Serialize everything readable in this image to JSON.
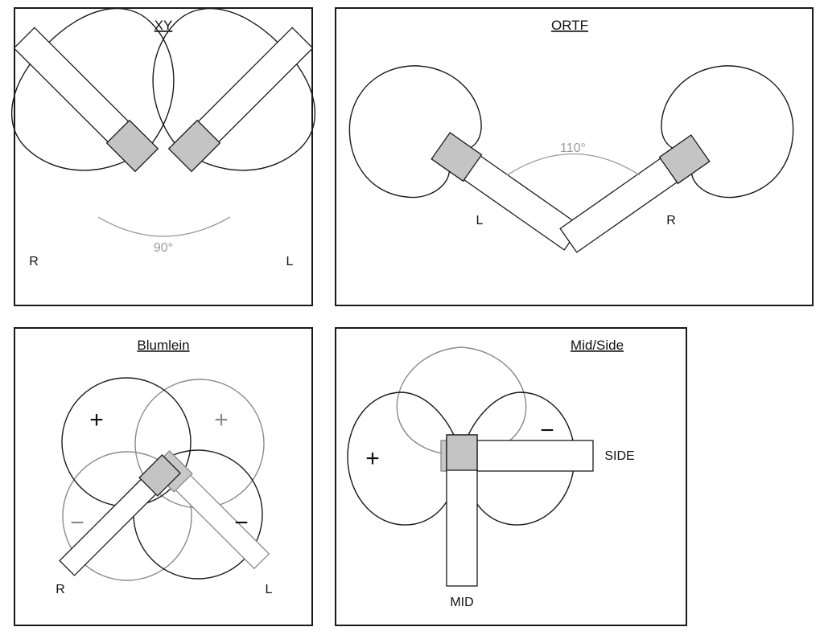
{
  "panels": {
    "xy": {
      "title": "XY",
      "angle": "90°",
      "left_label": "R",
      "right_label": "L"
    },
    "ortf": {
      "title": "ORTF",
      "angle": "110°",
      "left_label": "L",
      "right_label": "R"
    },
    "blumlein": {
      "title": "Blumlein",
      "left_label": "R",
      "right_label": "L",
      "signs": {
        "top_left": "+",
        "top_right": "+",
        "bottom_left": "−",
        "bottom_right": "−"
      }
    },
    "midside": {
      "title": "Mid/Side",
      "mid_label": "MID",
      "side_label": "SIDE",
      "signs": {
        "left": "+",
        "right": "−"
      }
    }
  },
  "colors": {
    "outline": "#1a1a1a",
    "capsule": "#c4c4c4",
    "light_outline": "#8a8a8a",
    "angle_text": "#9a9a9a"
  }
}
